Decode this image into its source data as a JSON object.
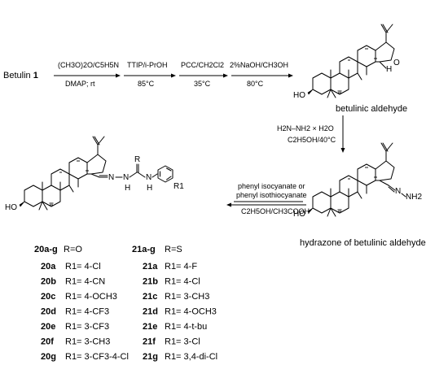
{
  "start": {
    "name": "Betulin",
    "number": "1"
  },
  "steps": [
    {
      "above": "(CH3O)2O/C5H5N",
      "below": "DMAP; rt"
    },
    {
      "above": "TTIP/i-PrOH",
      "below": "85°C"
    },
    {
      "above": "PCC/CH2Cl2",
      "below": "35°C"
    },
    {
      "above": "2%NaOH/CH3OH",
      "below": "80°C"
    }
  ],
  "aldehyde": {
    "label": "betulinic aldehyde",
    "H": "H",
    "O": "O",
    "HO": "HO"
  },
  "hydrazine_step": {
    "above": "H2N–NH2 × H2O",
    "below": "C2H5OH/40°C"
  },
  "hydrazone": {
    "label": "hydrazone of betulinic aldehyde",
    "N": "N",
    "NH2": "NH2",
    "HO": "HO"
  },
  "final_step": {
    "line1": "phenyl isocyanate or",
    "line2": "phenyl isothiocyanate",
    "line3": "C2H5OH/CH3COOH"
  },
  "product": {
    "HO": "HO",
    "N": "N",
    "NH1": "N",
    "H1": "H",
    "NH2": "N",
    "H2": "H",
    "R": "R",
    "R1": "R1"
  },
  "series_20": {
    "header_bold": "20a-g",
    "header_rest": "R=O",
    "rows": [
      {
        "id": "20a",
        "sub": "R1= 4-Cl"
      },
      {
        "id": "20b",
        "sub": "R1= 4-CN"
      },
      {
        "id": "20c",
        "sub": "R1= 4-OCH3"
      },
      {
        "id": "20d",
        "sub": "R1= 4-CF3"
      },
      {
        "id": "20e",
        "sub": "R1= 3-CF3"
      },
      {
        "id": "20f",
        "sub": "R1= 3-CH3"
      },
      {
        "id": "20g",
        "sub": "R1= 3-CF3-4-Cl"
      }
    ]
  },
  "series_21": {
    "header_bold": "21a-g",
    "header_rest": "R=S",
    "rows": [
      {
        "id": "21a",
        "sub": "R1= 4-F"
      },
      {
        "id": "21b",
        "sub": "R1= 4-Cl"
      },
      {
        "id": "21c",
        "sub": "R1= 3-CH3"
      },
      {
        "id": "21d",
        "sub": "R1= 4-OCH3"
      },
      {
        "id": "21e",
        "sub": "R1= 4-t-bu"
      },
      {
        "id": "21f",
        "sub": "R1= 3-Cl"
      },
      {
        "id": "21g",
        "sub": "R1= 3,4-di-Cl"
      }
    ]
  }
}
